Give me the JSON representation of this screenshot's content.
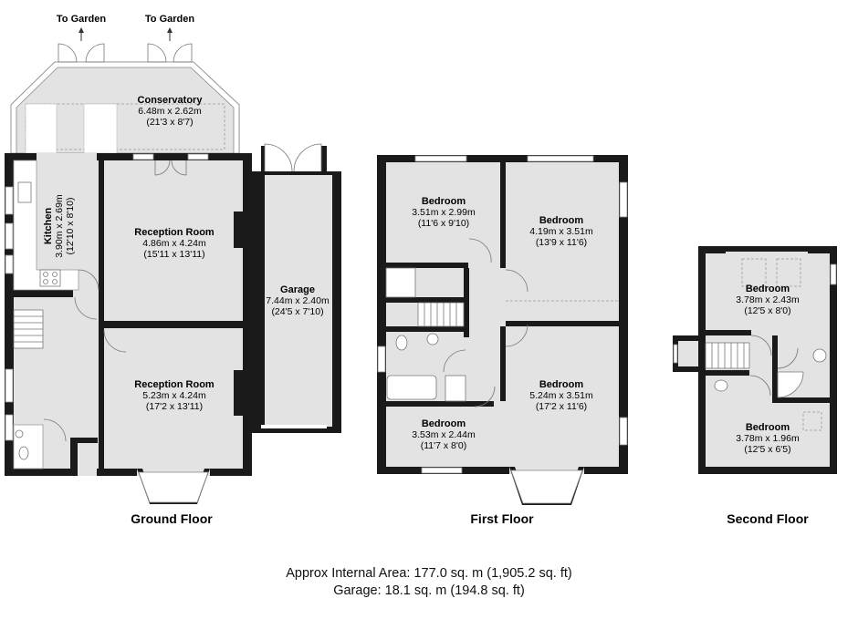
{
  "garden_labels": [
    "To Garden",
    "To Garden"
  ],
  "floors": {
    "ground": "Ground Floor",
    "first": "First Floor",
    "second": "Second Floor"
  },
  "rooms": {
    "conservatory": {
      "name": "Conservatory",
      "metric": "6.48m x 2.62m",
      "imperial": "(21'3 x 8'7)"
    },
    "kitchen": {
      "name": "Kitchen",
      "metric": "3.90m x 2.69m",
      "imperial": "(12'10 x 8'10)"
    },
    "reception1": {
      "name": "Reception Room",
      "metric": "4.86m x 4.24m",
      "imperial": "(15'11 x 13'11)"
    },
    "reception2": {
      "name": "Reception Room",
      "metric": "5.23m x 4.24m",
      "imperial": "(17'2 x 13'11)"
    },
    "garage": {
      "name": "Garage",
      "metric": "7.44m x 2.40m",
      "imperial": "(24'5 x 7'10)"
    },
    "ff_bed1": {
      "name": "Bedroom",
      "metric": "3.51m x 2.99m",
      "imperial": "(11'6 x 9'10)"
    },
    "ff_bed2": {
      "name": "Bedroom",
      "metric": "4.19m x 3.51m",
      "imperial": "(13'9 x 11'6)"
    },
    "ff_bed3": {
      "name": "Bedroom",
      "metric": "5.24m x 3.51m",
      "imperial": "(17'2 x 11'6)"
    },
    "ff_bed4": {
      "name": "Bedroom",
      "metric": "3.53m x 2.44m",
      "imperial": "(11'7 x 8'0)"
    },
    "sf_bed1": {
      "name": "Bedroom",
      "metric": "3.78m x 2.43m",
      "imperial": "(12'5 x 8'0)"
    },
    "sf_bed2": {
      "name": "Bedroom",
      "metric": "3.78m x 1.96m",
      "imperial": "(12'5 x 6'5)"
    }
  },
  "area": {
    "internal": "Approx Internal Area: 177.0 sq. m (1,905.2 sq. ft)",
    "garage": "Garage: 18.1 sq. m (194.8 sq. ft)"
  },
  "colors": {
    "wall": "#1a1a1a",
    "floor": "#e3e3e3",
    "window": "#ffffff",
    "line": "#888888"
  }
}
